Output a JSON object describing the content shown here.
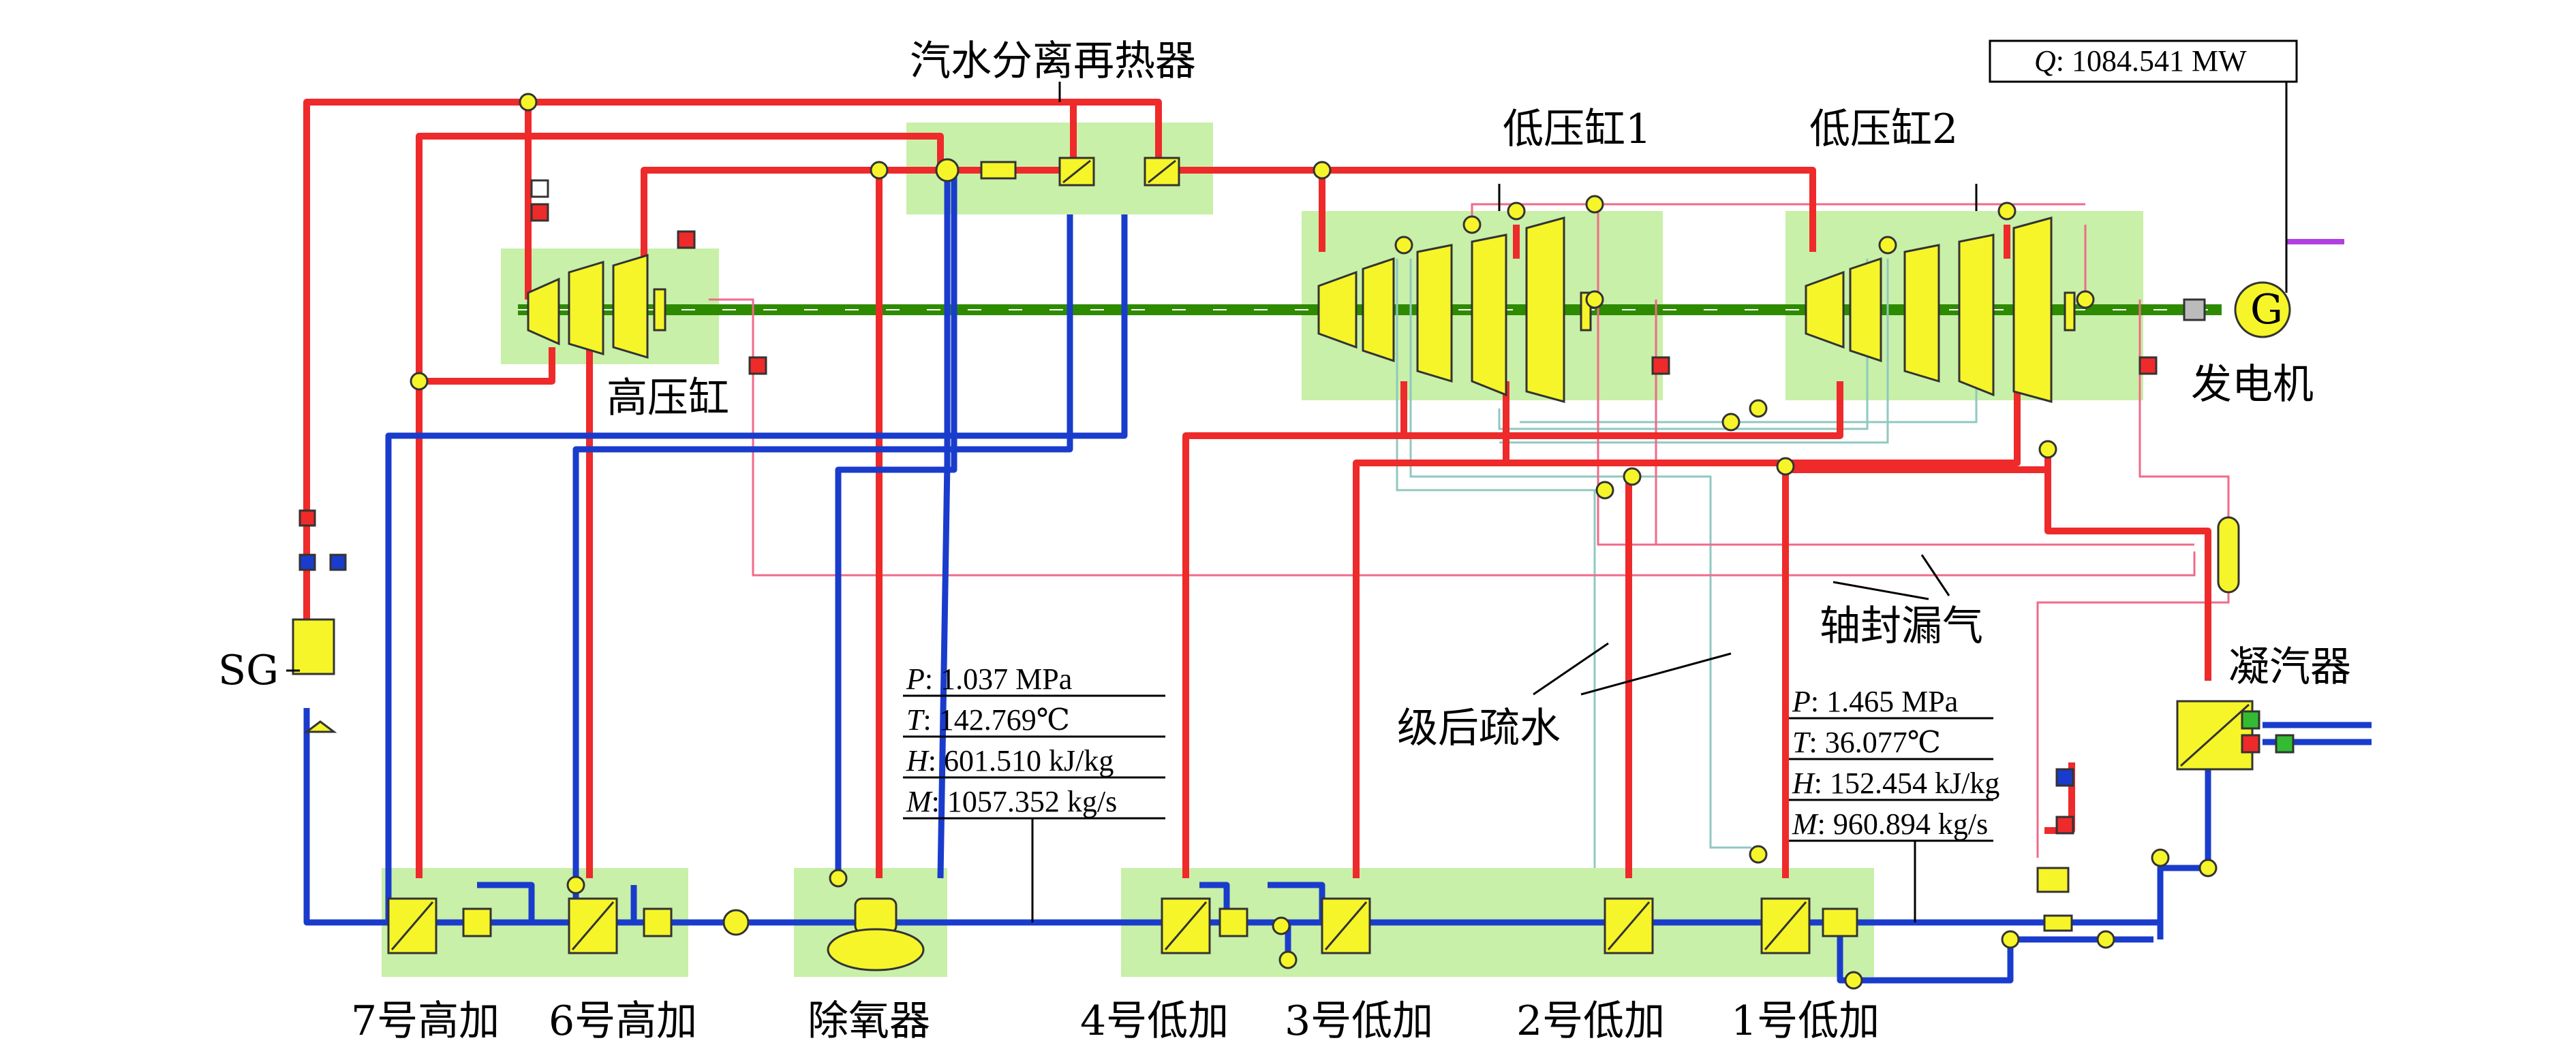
{
  "title": "汽水分离再热器",
  "labels": {
    "msr": "汽水分离再热器",
    "hp_cylinder": "高压缸",
    "lp_cylinder_1": "低压缸1",
    "lp_cylinder_2": "低压缸2",
    "generator": "发电机",
    "generator_symbol": "G",
    "steam_generator": "SG",
    "condenser": "凝汽器",
    "shaft_seal_leak": "轴封漏气",
    "stage_drain": "级后疏水",
    "hp_heater_7": "7号高加",
    "hp_heater_6": "6号高加",
    "deaerator": "除氧器",
    "lp_heater_4": "4号低加",
    "lp_heater_3": "3号低加",
    "lp_heater_2": "2号低加",
    "lp_heater_1": "1号低加"
  },
  "power_box": {
    "symbol": "Q",
    "value": ": 1084.541 MW"
  },
  "state_box_1": {
    "rows": [
      {
        "symbol": "P",
        "value": ":  1.037 MPa"
      },
      {
        "symbol": "T",
        "value": ":  142.769℃"
      },
      {
        "symbol": "H",
        "value": ":  601.510 kJ/kg"
      },
      {
        "symbol": "M",
        "value": ":  1057.352 kg/s"
      }
    ]
  },
  "state_box_2": {
    "rows": [
      {
        "symbol": "P",
        "value": ":  1.465 MPa"
      },
      {
        "symbol": "T",
        "value": ":  36.077℃"
      },
      {
        "symbol": "H",
        "value": ":  152.454 kJ/kg"
      },
      {
        "symbol": "M",
        "value": ":  960.894 kg/s"
      }
    ]
  },
  "colors": {
    "steam": "#ee2a2a",
    "water": "#1a3ccc",
    "shaft": "#2e8b00",
    "seal_leak": "#f06a8a",
    "drain": "#8fc8c0",
    "zone": "#c8f0a8",
    "component": "#f5f52a",
    "generator_line": "#b040e0"
  }
}
